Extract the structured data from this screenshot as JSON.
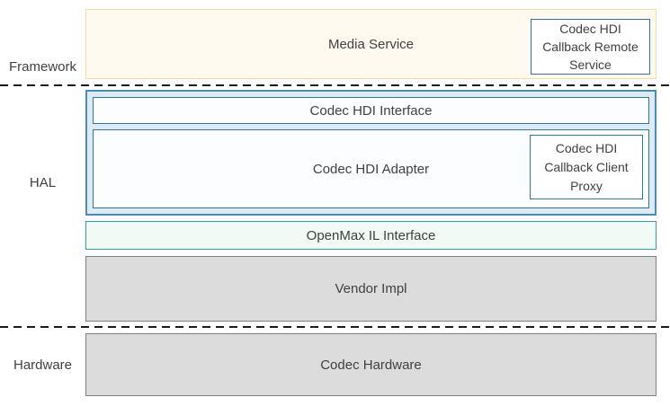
{
  "layers": {
    "framework": "Framework",
    "hal": "HAL",
    "hardware": "Hardware"
  },
  "boxes": {
    "media_service": "Media Service",
    "codec_hdi_callback_remote_service": "Codec HDI Callback Remote Service",
    "codec_hdi_interface": "Codec HDI Interface",
    "codec_hdi_adapter": "Codec HDI Adapter",
    "codec_hdi_callback_client_proxy": "Codec HDI Callback Client Proxy",
    "openmax_il_interface": "OpenMax IL Interface",
    "vendor_impl": "Vendor Impl",
    "codec_hardware": "Codec Hardware"
  },
  "colors": {
    "media_fill": "#fefaf0",
    "media_border": "#eedfa8",
    "hal_fill": "#dcebf8",
    "hal_border": "#4b8bb4",
    "inner_fill": "#fbfdff",
    "inner_border": "#31759e",
    "openmax_fill": "#f2faf5",
    "openmax_border": "#2fa198",
    "gray_fill": "#dcdcdc",
    "gray_border": "#7f7f7f",
    "text": "#404040",
    "divider": "#1a1a1a"
  }
}
